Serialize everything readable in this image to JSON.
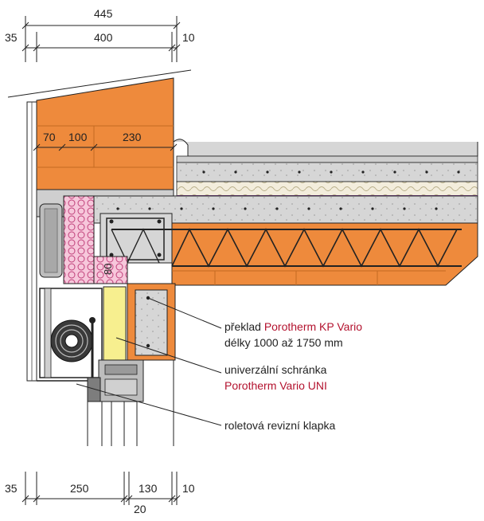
{
  "dimensions": {
    "top_total": "445",
    "top_left": "35",
    "top_mid": "400",
    "top_right": "10",
    "inner_1": "70",
    "inner_2": "100",
    "inner_3": "230",
    "vertical_box": "80",
    "bottom_1": "35",
    "bottom_2": "250",
    "bottom_3": "130",
    "bottom_4": "10",
    "bottom_sub": "20"
  },
  "annotations": {
    "lintel_line1_a": "překlad ",
    "lintel_line1_b": "Porotherm KP Vario",
    "lintel_line2": "délky 1000 až 1750 mm",
    "box_line1": "univerzální schránka",
    "box_line2": "Porotherm Vario UNI",
    "flap": "roletová revizní klapka"
  },
  "colors": {
    "brick": "#ee8a3c",
    "brick_dark": "#c46a22",
    "concrete": "#d4d4d4",
    "insulation_pink": "#f4b6cf",
    "insulation_yellow": "#f7ef8f",
    "red_text": "#b3122e"
  }
}
